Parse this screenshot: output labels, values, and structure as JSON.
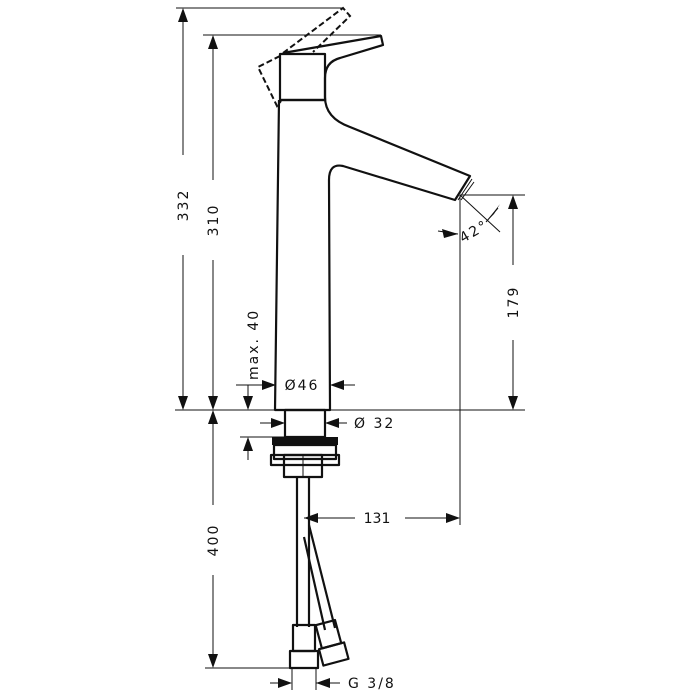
{
  "dimensions": {
    "total_height": "332",
    "lever_height": "310",
    "spout_height": "179",
    "spray_angle": "42°",
    "max_deck_thickness": "max. 40",
    "body_diameter": "Ø46",
    "shank_diameter": "Ø 32",
    "projection": "131",
    "hose_length": "400",
    "connection_thread": "G 3/8"
  },
  "colors": {
    "line": "#111111",
    "background": "#ffffff"
  }
}
